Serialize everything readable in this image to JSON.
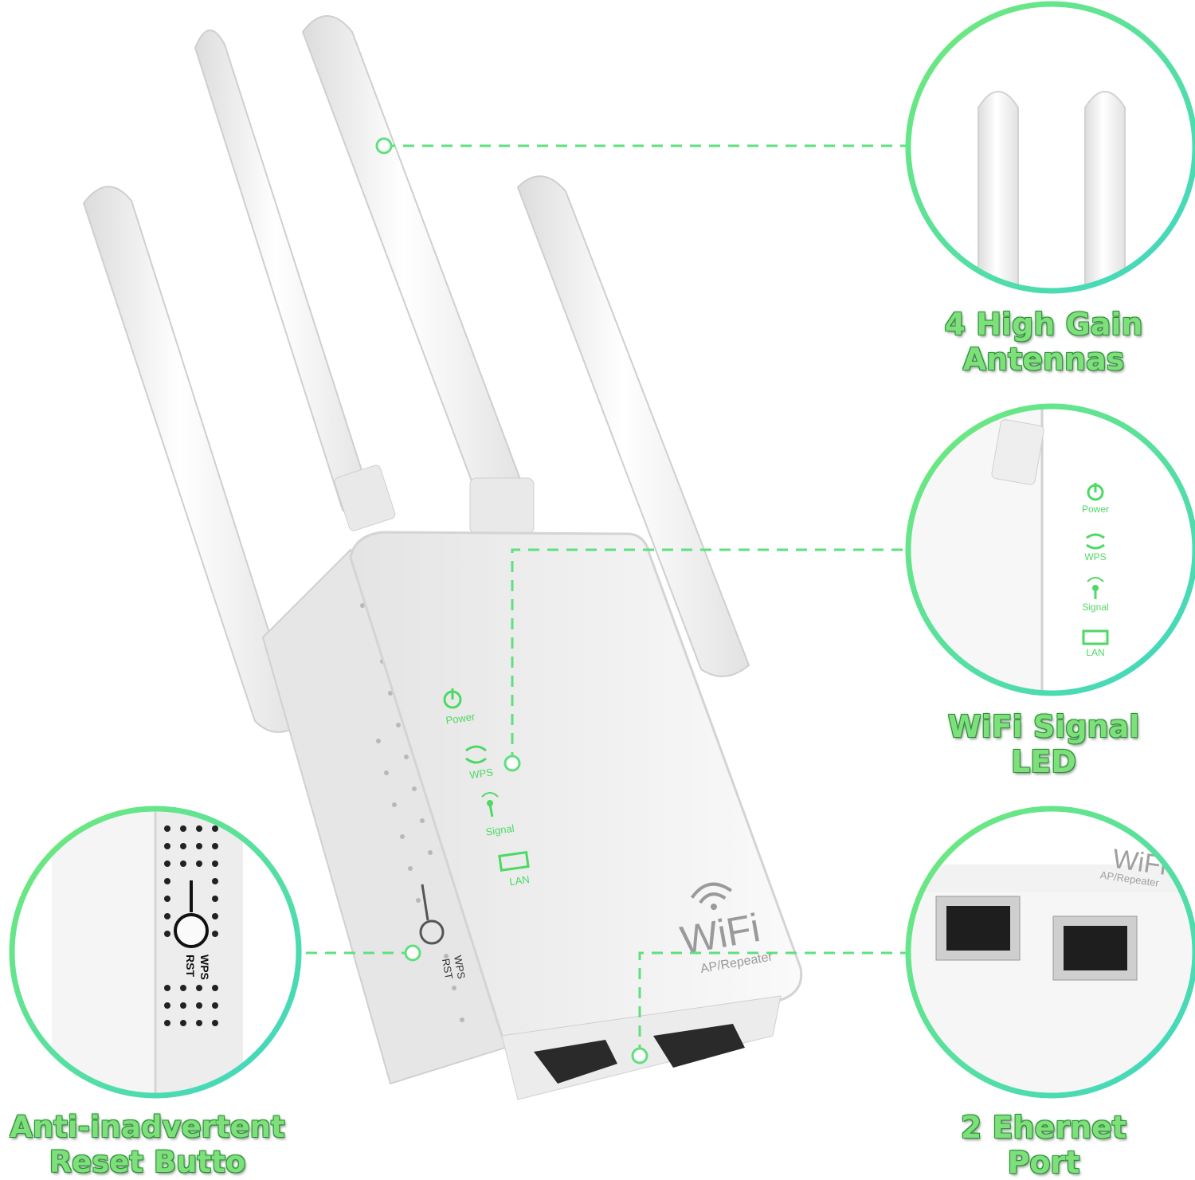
{
  "device": {
    "brand_logo": "WiFi",
    "mode_label": "AP/Repeater",
    "led_labels": [
      "Power",
      "WPS",
      "Signal",
      "LAN"
    ],
    "button_labels": [
      "WPS",
      "RST"
    ]
  },
  "callouts": {
    "antennas": {
      "line1": "4 High Gain",
      "line2": "Antennas"
    },
    "led": {
      "line1": "WiFi Signal",
      "line2": "LED"
    },
    "ports": {
      "line1": "2 Ehernet",
      "line2": "Port"
    },
    "reset": {
      "line1": "Anti-inadvertent",
      "line2": "Reset Butto"
    }
  },
  "zoom_details": {
    "led_labels": [
      "Power",
      "WPS",
      "Signal",
      "LAN"
    ],
    "port_logo": "WiFi",
    "port_mode_label": "AP/Repeater",
    "button_labels": [
      "WPS",
      "RST"
    ]
  },
  "colors": {
    "accent_green": "#5fe07e",
    "accent_teal": "#3fd6c4",
    "device_white": "#f4f4f4",
    "led_green": "#4cd964"
  }
}
